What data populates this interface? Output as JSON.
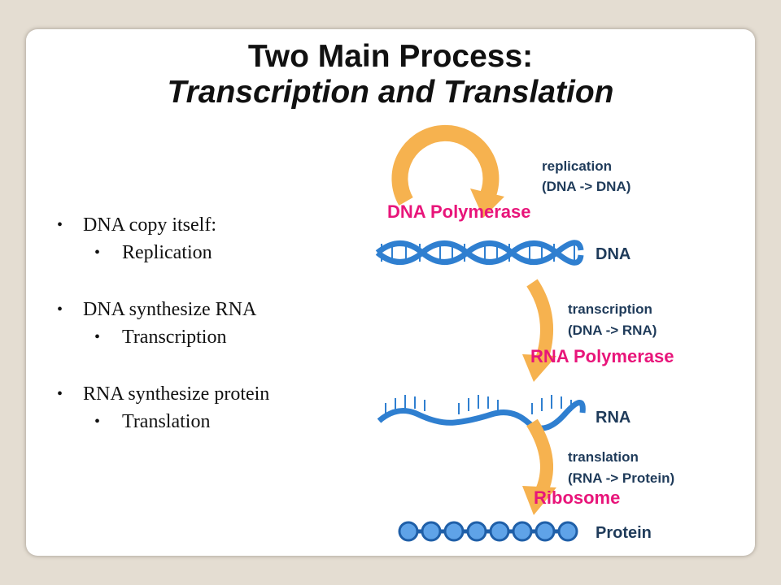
{
  "slide": {
    "title_line1": "Two Main Process:",
    "title_line2": "Transcription and Translation"
  },
  "bullets": [
    {
      "text": "DNA copy itself:",
      "sub": "Replication"
    },
    {
      "text": "DNA synthesize RNA",
      "sub": "Transcription"
    },
    {
      "text": "RNA synthesize protein",
      "sub": "Translation"
    }
  ],
  "diagram": {
    "replication_label": "replication",
    "replication_detail": "(DNA -> DNA)",
    "dna_polymerase": "DNA Polymerase",
    "dna_label": "DNA",
    "transcription_label": "transcription",
    "transcription_detail": "(DNA -> RNA)",
    "rna_polymerase": "RNA Polymerase",
    "rna_label": "RNA",
    "translation_label": "translation",
    "translation_detail": "(RNA -> Protein)",
    "ribosome": "Ribosome",
    "protein_label": "Protein",
    "colors": {
      "arrow": "#f6b24f",
      "enzyme": "#e8157a",
      "label": "#1f3b5a",
      "molecule": "#2f7fd0"
    },
    "icons": [
      "circular-arrow-icon",
      "curved-arrow-icon",
      "dna-helix-icon",
      "rna-strand-icon",
      "protein-chain-icon"
    ]
  }
}
